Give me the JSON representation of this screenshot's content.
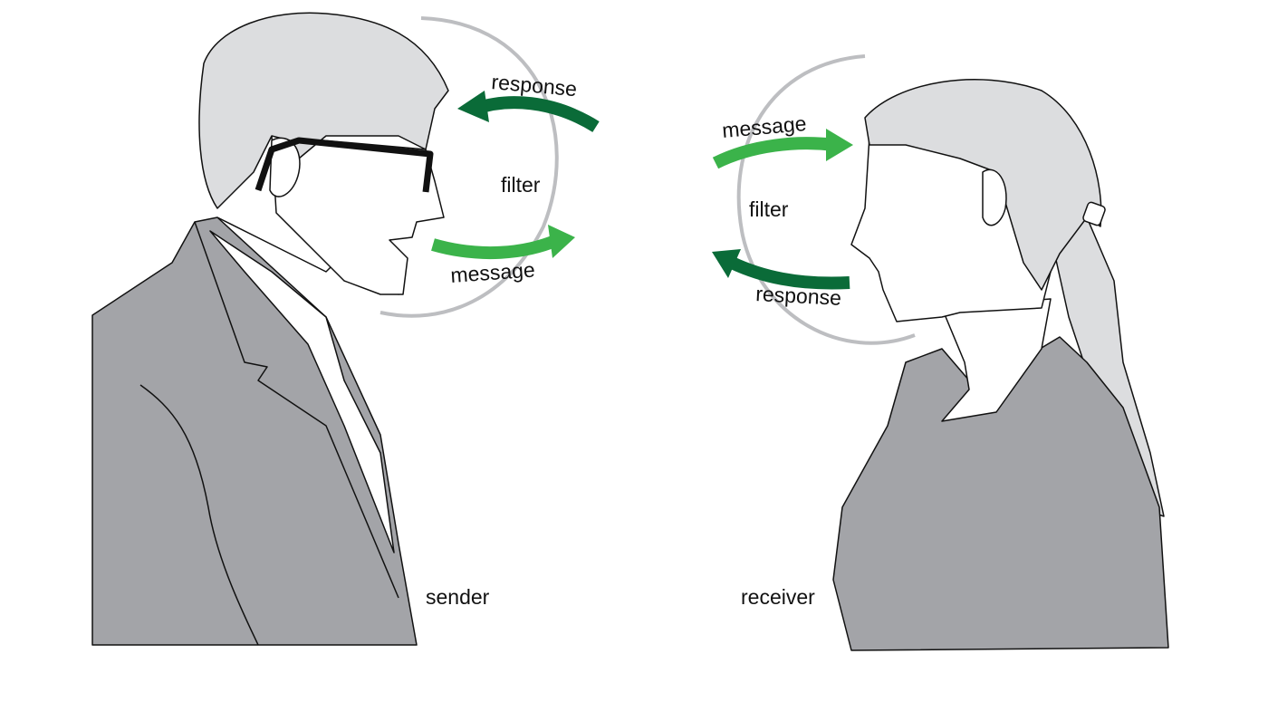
{
  "sender": {
    "label": "sender",
    "filter_label": "filter",
    "response_label": "response",
    "message_label": "message"
  },
  "receiver": {
    "label": "receiver",
    "filter_label": "filter",
    "response_label": "response",
    "message_label": "message"
  },
  "colors": {
    "message_arrow": "#3bb34a",
    "response_arrow": "#0a6b38",
    "filter_ring": "#bdbec1",
    "clothing": "#a3a4a8",
    "hair": "#dcdddf",
    "outline": "#111111"
  }
}
